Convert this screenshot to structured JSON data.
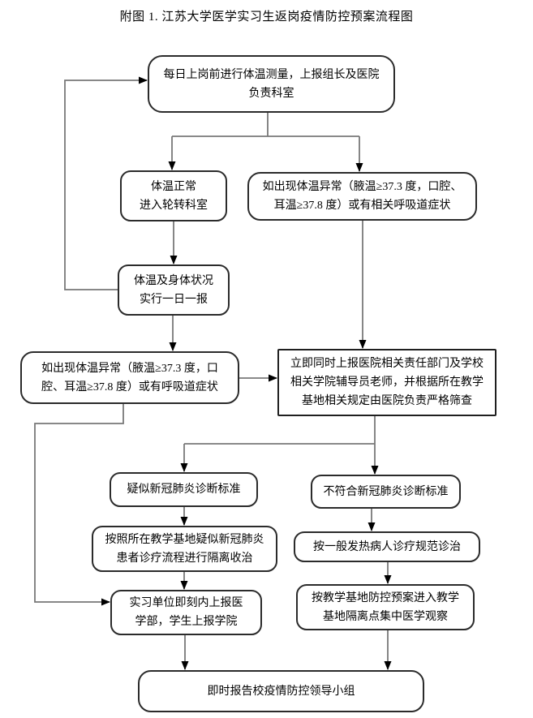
{
  "title": "附图 1. 江苏大学医学实习生返岗疫情防控预案流程图",
  "nodes": {
    "daily_temp": {
      "text": "每日上岗前进行体温测量，上报组长及医院\n负责科室"
    },
    "temp_normal": {
      "text": "体温正常\n进入轮转科室"
    },
    "temp_abnormal_1": {
      "text": "如出现体温异常（腋温≥37.3 度，口腔、\n耳温≥37.8 度）或有相关呼吸道症状"
    },
    "daily_report": {
      "text": "体温及身体状况\n实行一日一报"
    },
    "temp_abnormal_2": {
      "text": "如出现体温异常（腋温≥37.3 度，口\n腔、耳温≥37.8 度）或有呼吸道症状"
    },
    "immediate_report": {
      "text": "立即同时上报医院相关责任部门及学校\n相关学院辅导员老师，并根据所在教学\n基地相关规定由医院负责严格筛查"
    },
    "suspected_covid": {
      "text": "疑似新冠肺炎诊断标准"
    },
    "not_covid": {
      "text": "不符合新冠肺炎诊断标准"
    },
    "isolation": {
      "text": "按照所在教学基地疑似新冠肺炎\n患者诊疗流程进行隔离收治"
    },
    "fever_treatment": {
      "text": "按一般发热病人诊疗规范诊治"
    },
    "unit_report": {
      "text": "实习单位即刻内上报医\n学部，学生上报学院"
    },
    "observation": {
      "text": "按教学基地防控预案进入教学\n基地隔离点集中医学观察"
    },
    "leading_group": {
      "text": "即时报告校疫情防控领导小组"
    }
  },
  "colors": {
    "background": "#ffffff",
    "text": "#000000",
    "border": "#2b2b2b",
    "line": "#787878",
    "arrow": "#000000"
  }
}
